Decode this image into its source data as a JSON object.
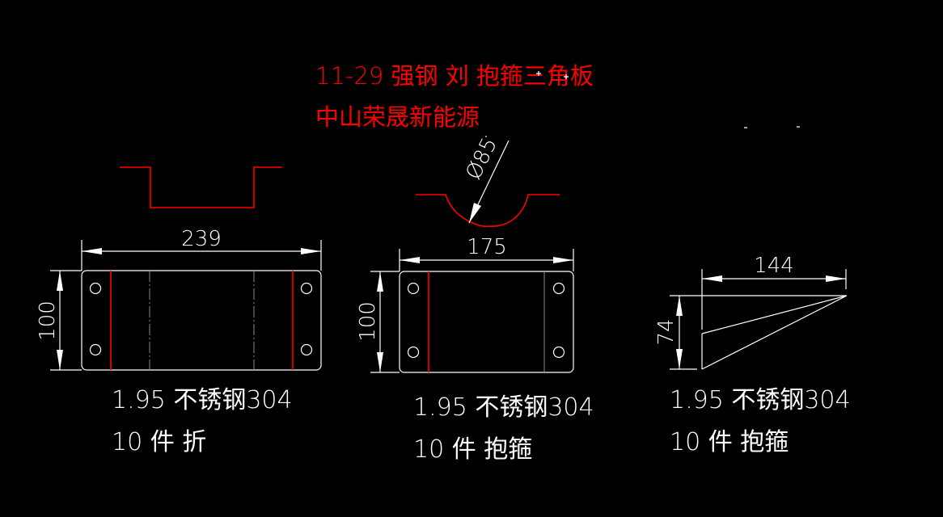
{
  "header": {
    "line1": "11-29 强钢 刘 抱箍三角板",
    "line2": "中山荣晟新能源"
  },
  "colors": {
    "background": "#000000",
    "title": "#ff0000",
    "geometry": "#ffffff",
    "bend": "#ff0000"
  },
  "parts": [
    {
      "width_dim": "239",
      "height_dim": "100",
      "material": "1.95 不锈钢304",
      "qty": "10 件 折"
    },
    {
      "diameter_dim": "Ø85",
      "width_dim": "175",
      "height_dim": "100",
      "material": "1.95 不锈钢304",
      "qty": "10 件 抱箍"
    },
    {
      "width_dim": "144",
      "height_dim": "74",
      "material": "1.95 不锈钢304",
      "qty": "10 件 抱箍"
    }
  ]
}
